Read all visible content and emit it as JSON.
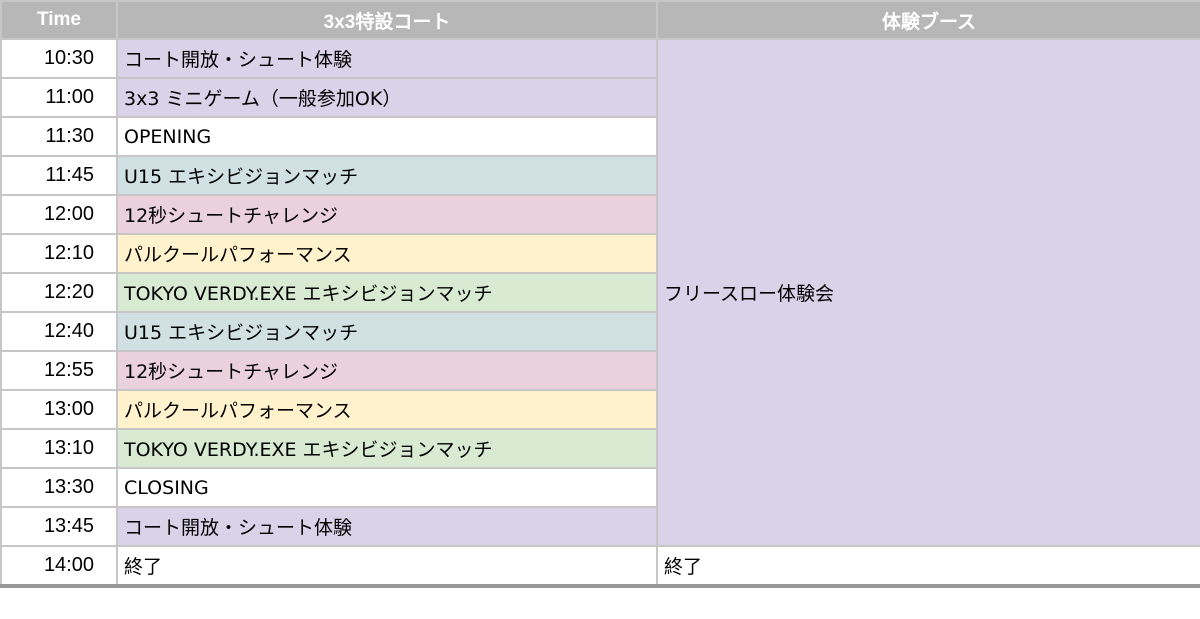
{
  "headers": [
    "Time",
    "3x3特設コート",
    "体験ブース"
  ],
  "colors": {
    "purple": "#d9d2e9",
    "white": "#ffffff",
    "teal": "#d0e0e3",
    "pink": "#ead1dc",
    "yellow": "#fff2cc",
    "green": "#d9ead3"
  },
  "rows": [
    {
      "time": "10:30",
      "event": "コート開放・シュート体験",
      "color": "purple"
    },
    {
      "time": "11:00",
      "event": "3x3 ミニゲーム（一般参加OK）",
      "color": "purple"
    },
    {
      "time": "11:30",
      "event": "OPENING",
      "color": "white"
    },
    {
      "time": "11:45",
      "event": "U15 エキシビジョンマッチ",
      "color": "teal"
    },
    {
      "time": "12:00",
      "event": "12秒シュートチャレンジ",
      "color": "pink"
    },
    {
      "time": "12:10",
      "event": "パルクールパフォーマンス",
      "color": "yellow"
    },
    {
      "time": "12:20",
      "event": "TOKYO VERDY.EXE エキシビジョンマッチ",
      "color": "green"
    },
    {
      "time": "12:40",
      "event": "U15 エキシビジョンマッチ",
      "color": "teal"
    },
    {
      "time": "12:55",
      "event": "12秒シュートチャレンジ",
      "color": "pink"
    },
    {
      "time": "13:00",
      "event": "パルクールパフォーマンス",
      "color": "yellow"
    },
    {
      "time": "13:10",
      "event": "TOKYO VERDY.EXE エキシビジョンマッチ",
      "color": "green"
    },
    {
      "time": "13:30",
      "event": "CLOSING",
      "color": "white"
    },
    {
      "time": "13:45",
      "event": "コート開放・シュート体験",
      "color": "purple"
    },
    {
      "time": "14:00",
      "event": "終了",
      "color": "white"
    }
  ],
  "booth": {
    "main": "フリースロー体験会",
    "end": "終了"
  }
}
